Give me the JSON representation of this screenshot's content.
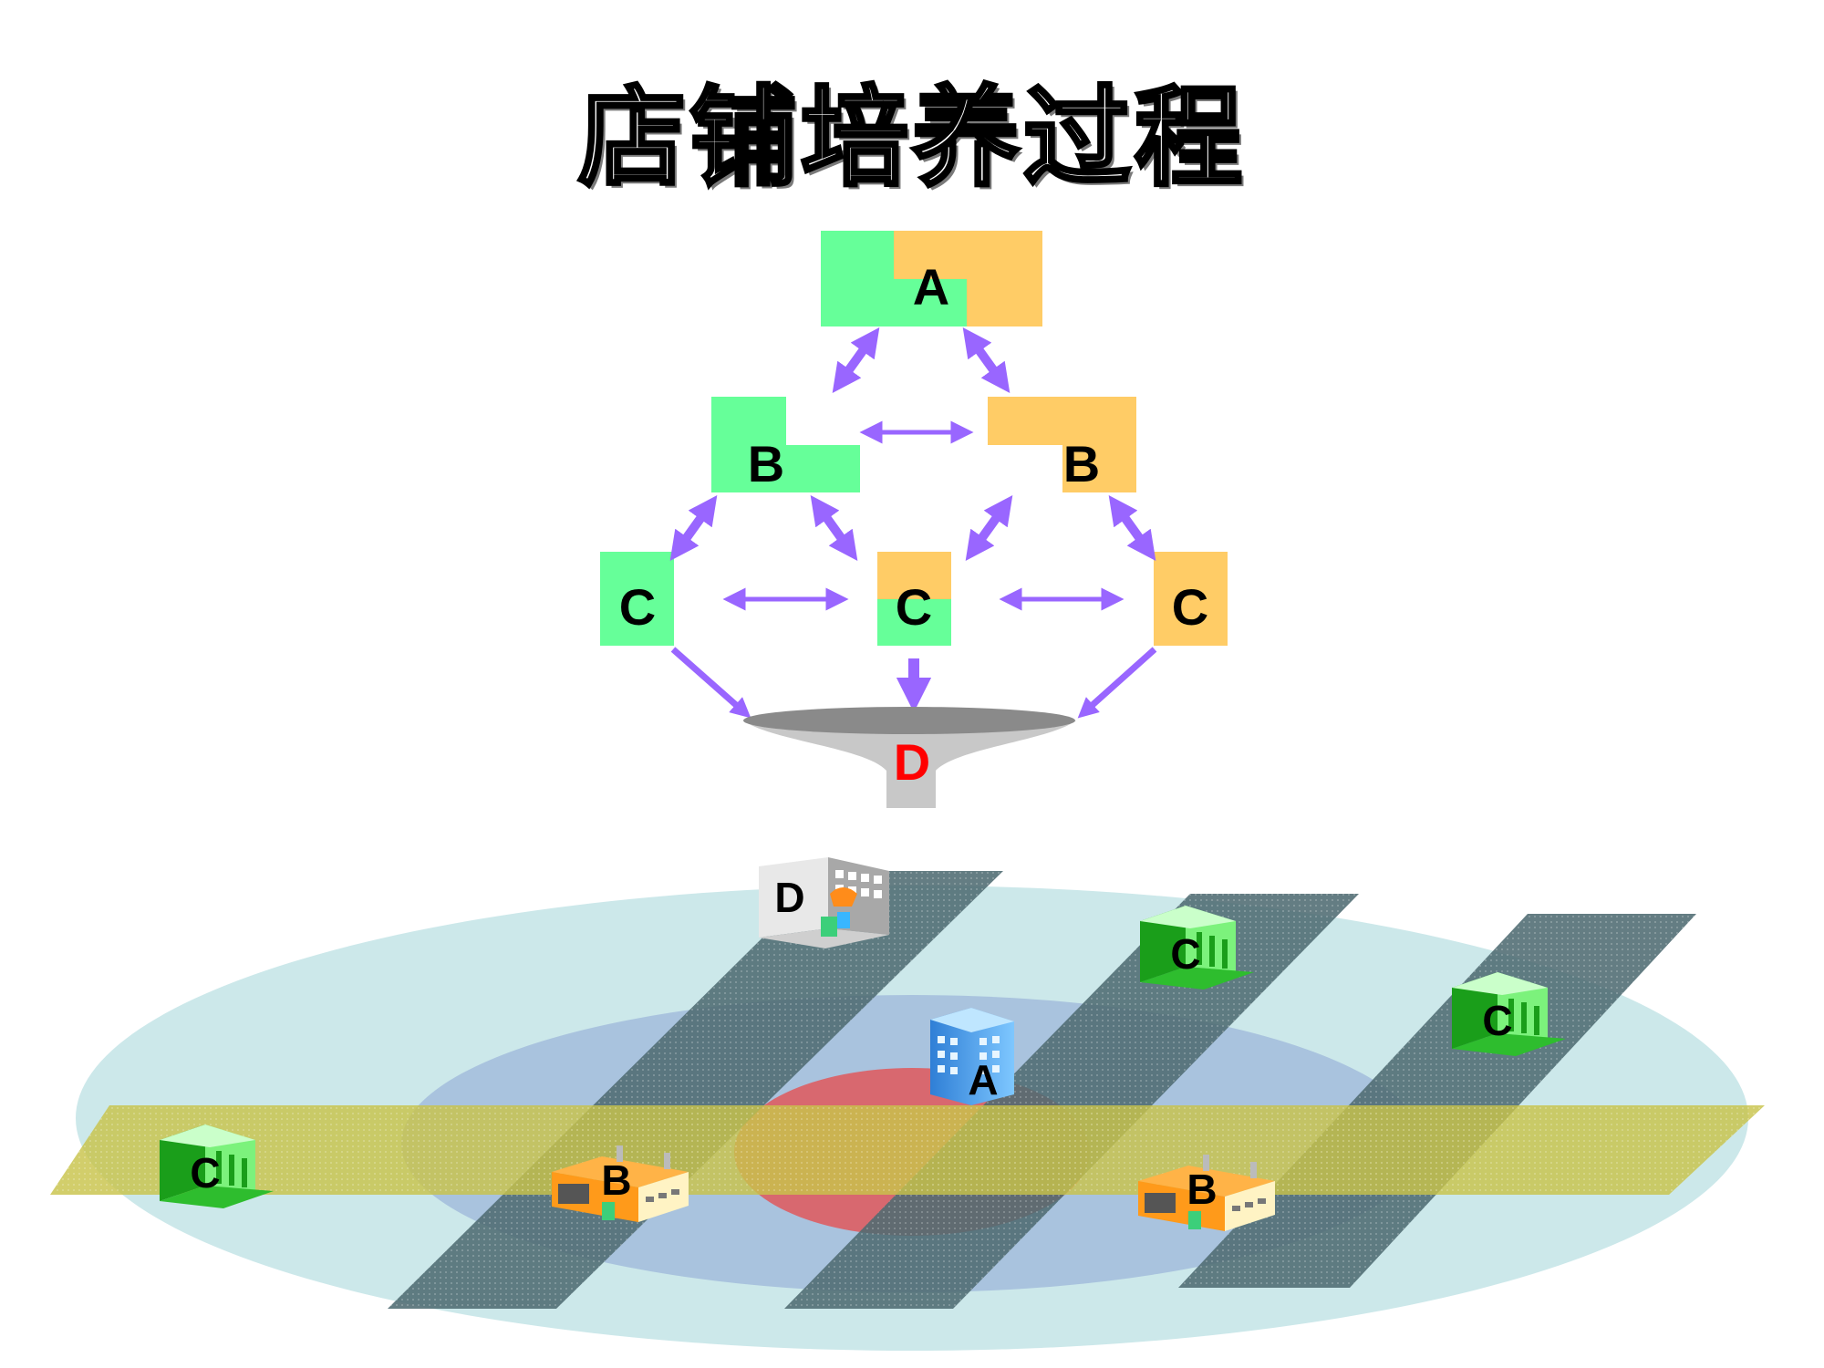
{
  "title": "店铺培养过程",
  "hierarchy": {
    "top": {
      "label": "A"
    },
    "level2": [
      {
        "label": "B"
      },
      {
        "label": "B"
      }
    ],
    "level3": [
      {
        "label": "C"
      },
      {
        "label": "C"
      },
      {
        "label": "C"
      }
    ],
    "funnel": {
      "label": "D"
    }
  },
  "map": {
    "anchor": {
      "label": "A"
    },
    "stores": [
      {
        "type": "warehouse",
        "label": "D"
      },
      {
        "type": "shop",
        "label": "C"
      },
      {
        "type": "shop",
        "label": "C"
      },
      {
        "type": "shop",
        "label": "C"
      },
      {
        "type": "factory",
        "label": "B"
      },
      {
        "type": "factory",
        "label": "B"
      }
    ]
  },
  "colors": {
    "green": "#66ff99",
    "orange": "#ffcc66",
    "arrow": "#9966ff",
    "funnel_label": "#ff0000",
    "outer_ring": "#cce8ea",
    "middle_ring": "#a9c3de",
    "core": "#d8686f",
    "road": "#4f6b72",
    "main_road": "#c8c34a"
  }
}
